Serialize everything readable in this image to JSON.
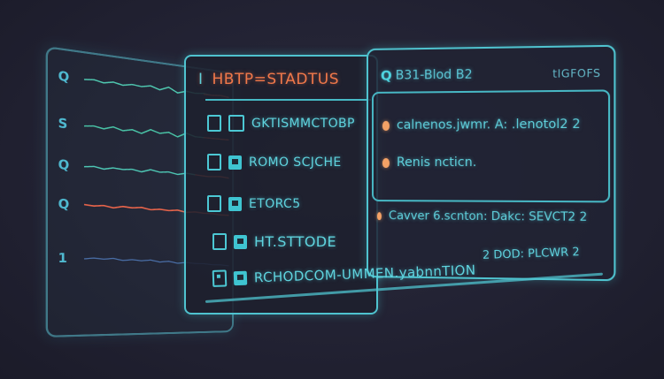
{
  "left_panel": {
    "rows": [
      {
        "label": "Q",
        "wave_color": "#4fc8b0",
        "accent": "#e0674a"
      },
      {
        "label": "S",
        "wave_color": "#49c3a6",
        "accent": "#f06a4f"
      },
      {
        "label": "Q",
        "wave_color": "#4ec8b5",
        "accent": "#f06a4f"
      },
      {
        "label": "Q",
        "wave_color": "#e8644a",
        "accent": "#e8644a"
      },
      {
        "label": "1",
        "wave_color": "#4a6fa8",
        "accent": "#4a6fa8"
      }
    ]
  },
  "main_panel": {
    "title": "HBTP=STADTUS",
    "title_marker": "I",
    "items": [
      {
        "text": "GKTISMMCTOBP",
        "icon": "document-icon"
      },
      {
        "text": "ROMO SCJCHE",
        "icon": "save-icon"
      },
      {
        "text": "ETORC5",
        "icon": "flag-icon"
      },
      {
        "text": "HT.STTODE",
        "icon": "folder-icon"
      }
    ],
    "long_item": {
      "text": "RCHODCOM-UMMEN.yabnnTION",
      "icon": "edit-icon"
    }
  },
  "right_panel": {
    "title": "B31-Blod B2",
    "title_icon": "q-badge-icon",
    "header_right": "tIGFOFS",
    "card_items": [
      {
        "text": "calnenos.jwmr. A: .lenotol2 2"
      },
      {
        "text": "Renis ncticn."
      }
    ],
    "line_item": {
      "text": "Cavver 6.scnton: Dakc: SEVCT2 2"
    },
    "bottom_item": {
      "text": "2 DOD: PLCWR 2"
    }
  },
  "colors": {
    "background": "#222233",
    "accent_cyan": "#4fc3cf",
    "accent_orange": "#f0784a"
  }
}
